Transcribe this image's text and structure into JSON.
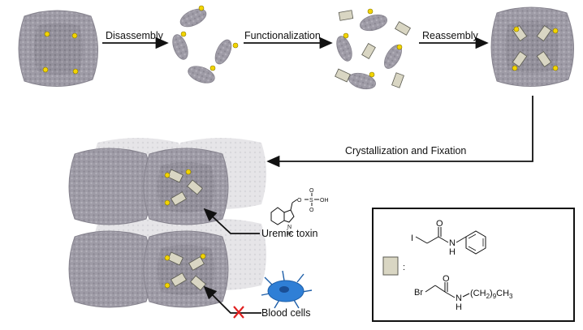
{
  "steps": {
    "disassembly": "Disassembly",
    "functionalization": "Functionalization",
    "reassembly": "Reassembly",
    "crystallization": "Crystallization and Fixation"
  },
  "targets": {
    "uremic_toxin": "Uremic toxin",
    "blood_cells": "Blood cells"
  },
  "legend": {
    "colon": ":",
    "mol1": {
      "halogen": "I",
      "oxygen": "O",
      "amide": "N",
      "hydrogen": "H"
    },
    "mol2": {
      "halogen": "Br",
      "oxygen": "O",
      "amide": "N",
      "hydrogen": "H",
      "chain": "(CH",
      "chain_sub1": "2",
      "chain_mid": ")",
      "chain_sub2": "9",
      "chain_end": "CH",
      "chain_sub3": "3"
    }
  },
  "toxin_structure": {
    "o1": "O",
    "s": "S",
    "o2": "O",
    "o3": "O",
    "oh": "OH",
    "nh": "N",
    "h": "H"
  },
  "colors": {
    "protein": "#9b98a3",
    "protein_dark": "#7d7a85",
    "ligand": "#f2d400",
    "block": "#d9d6c3",
    "block_stroke": "#5a5a50",
    "cell": "#2f7fd6",
    "x_mark": "#e02020"
  }
}
